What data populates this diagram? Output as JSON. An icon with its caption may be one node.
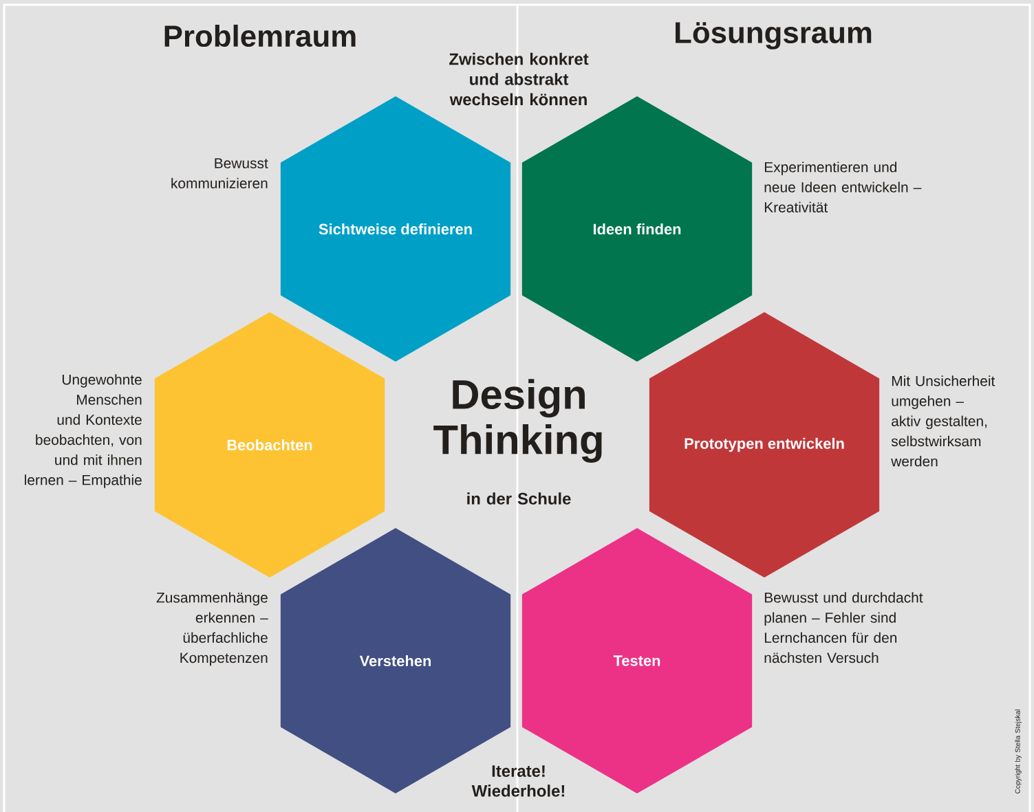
{
  "diagram": {
    "title": "Design Thinking",
    "nodes": [
      {
        "text": [
          "Sichtweise definieren"
        ],
        "beside": [
          "Bewusst kommunizieren"
        ]
      },
      {
        "text": [
          "Ideen finden"
        ],
        "beside": [
          "Experimentieren und neue Ideen entwickeln – Kreativität"
        ]
      },
      {
        "text": [
          "Beobachten"
        ],
        "beside": [
          "Ungewohnte Menschen und Kontexte beobachten, von und mit ihnen lernen – Empathie"
        ]
      },
      {
        "text": [
          "Prototypen entwickeln"
        ],
        "beside": [
          "Mit Unsicherheit umgehen – aktiv gestalten, selbstwirksam werden"
        ]
      },
      {
        "text": [
          "Verstehen"
        ],
        "beside": [
          "Zusammenhänge erkennen – überfachliche Kompetenzen"
        ]
      },
      {
        "text": [
          "Testen"
        ],
        "beside": [
          "Bewusst und durchdacht planen – Fehler sind Lernchancen für den nächsten Versuch"
        ]
      }
    ],
    "labels": [
      "Problemraum",
      "Lösungsraum",
      "Zwischen konkret und abstrakt wechseln können",
      "in der Schule",
      "Iterate! Wiederhole!",
      "Copyright by Stella Stejskal"
    ]
  }
}
